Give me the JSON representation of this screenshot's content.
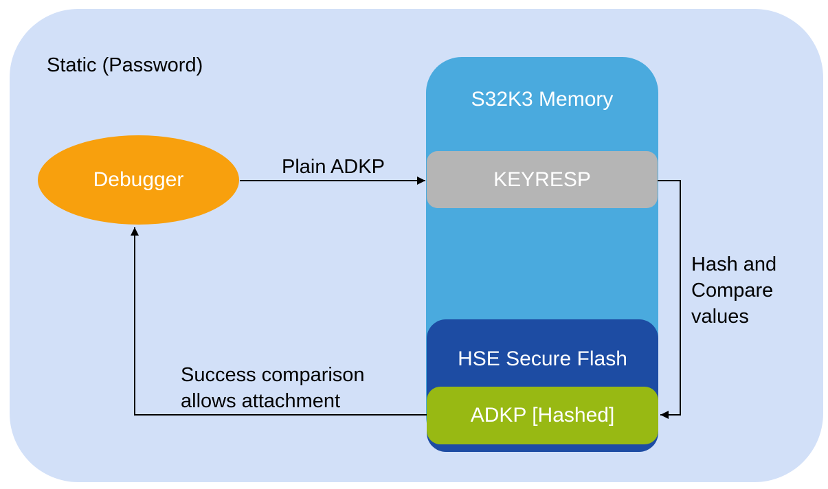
{
  "panel": {
    "title": "Static (Password)",
    "bg": "#d2e0f8"
  },
  "nodes": {
    "debugger": {
      "label": "Debugger",
      "bg": "#f8a00d",
      "text_color": "#ffffff"
    },
    "memory": {
      "label": "S32K3 Memory",
      "bg": "#4aaade",
      "text_color": "#ffffff"
    },
    "keyresp": {
      "label": "KEYRESP",
      "bg": "#b5b5b5",
      "text_color": "#ffffff"
    },
    "hse_flash": {
      "label": "HSE Secure Flash",
      "bg": "#1d4ca3",
      "text_color": "#ffffff"
    },
    "adkp": {
      "label": "ADKP [Hashed]",
      "bg": "#98b913",
      "text_color": "#ffffff"
    }
  },
  "flow_labels": {
    "plain_adkp": "Plain ADKP",
    "hash_compare": "Hash and\nCompare\nvalues",
    "success_return": "Success comparison\nallows attachment"
  },
  "arrow_color": "#000000"
}
